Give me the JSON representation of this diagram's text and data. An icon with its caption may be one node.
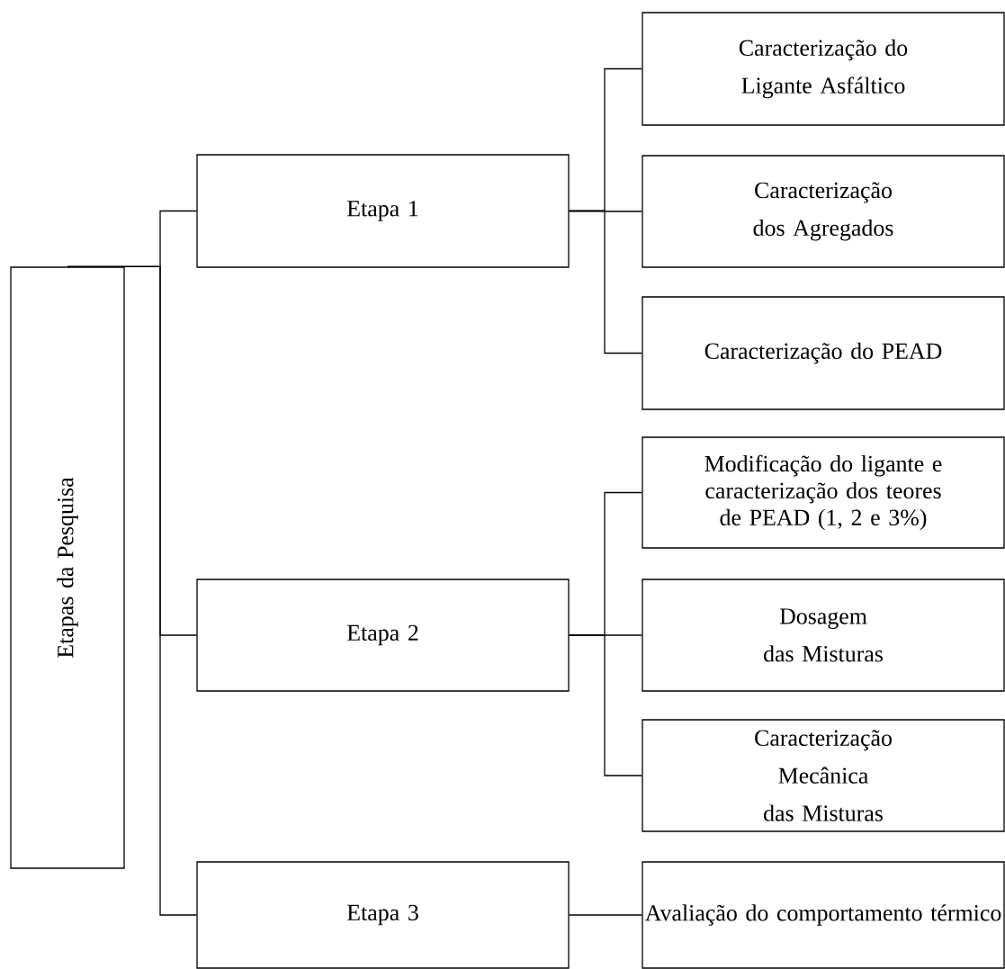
{
  "diagram": {
    "nodes": [
      {
        "text": [
          "Etapas da Pesquisa"
        ]
      },
      {
        "text": [
          "Etapa 1"
        ]
      },
      {
        "text": [
          "Etapa 2"
        ]
      },
      {
        "text": [
          "Etapa 3"
        ]
      },
      {
        "text": [
          "Caracterização do Ligante Asfáltico"
        ]
      },
      {
        "text": [
          "Caracterização dos Agregados"
        ]
      },
      {
        "text": [
          "Caracterização do PEAD"
        ]
      },
      {
        "text": [
          "Modificação do ligante e caracterização dos teores de PEAD (1, 2 e 3%)"
        ]
      },
      {
        "text": [
          "Dosagem das Misturas"
        ]
      },
      {
        "text": [
          "Caracterização Mecânica das Misturas"
        ]
      },
      {
        "text": [
          "Avaliação do comportamento térmico"
        ]
      }
    ],
    "edges": [
      {
        "from": 0,
        "to": 1,
        "arrow": "none"
      },
      {
        "from": 0,
        "to": 2,
        "arrow": "none"
      },
      {
        "from": 0,
        "to": 3,
        "arrow": "none"
      },
      {
        "from": 1,
        "to": 4,
        "arrow": "none"
      },
      {
        "from": 1,
        "to": 5,
        "arrow": "none"
      },
      {
        "from": 1,
        "to": 6,
        "arrow": "none"
      },
      {
        "from": 2,
        "to": 7,
        "arrow": "none"
      },
      {
        "from": 2,
        "to": 8,
        "arrow": "none"
      },
      {
        "from": 2,
        "to": 9,
        "arrow": "none"
      },
      {
        "from": 3,
        "to": 10,
        "arrow": "none"
      }
    ]
  }
}
